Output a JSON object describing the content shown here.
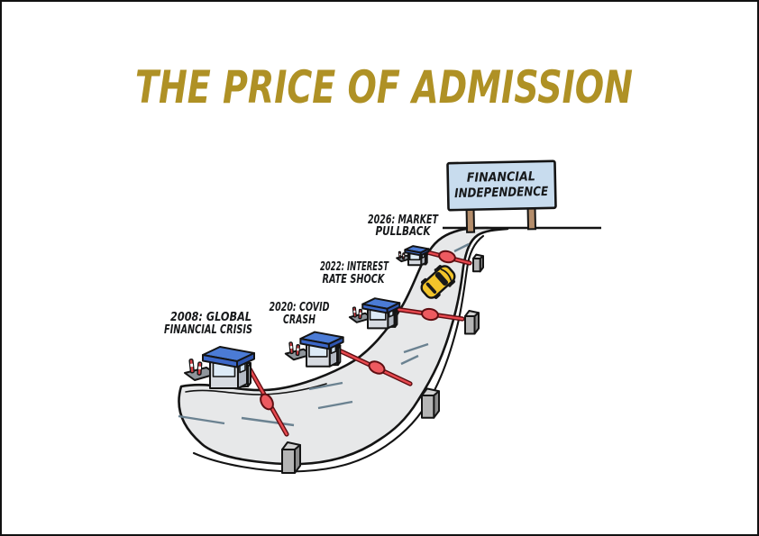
{
  "title": {
    "text": "THE PRICE OF ADMISSION"
  },
  "sign": {
    "line1": "FINANCIAL",
    "line2": "INDEPENDENCE"
  },
  "milestones": [
    {
      "line1": "2008: GLOBAL",
      "line2": "FINANCIAL CRISIS"
    },
    {
      "line1": "2020: COVID",
      "line2": "CRASH"
    },
    {
      "line1": "2022: INTEREST",
      "line2": "RATE SHOCK"
    },
    {
      "line1": "2026: MARKET",
      "line2": "PULLBACK"
    }
  ],
  "colors": {
    "title_color": "#AF9125",
    "roof_blue": "#4B7BD5",
    "road_gray": "#E7E8E9",
    "sign_blue": "#C8DCEE",
    "gate_red": "#E8494F",
    "gate_dark": "#5E0E12",
    "car_yellow": "#F2C42B",
    "lane_dash": "#6B8291",
    "post_brown": "#B48D6B"
  }
}
